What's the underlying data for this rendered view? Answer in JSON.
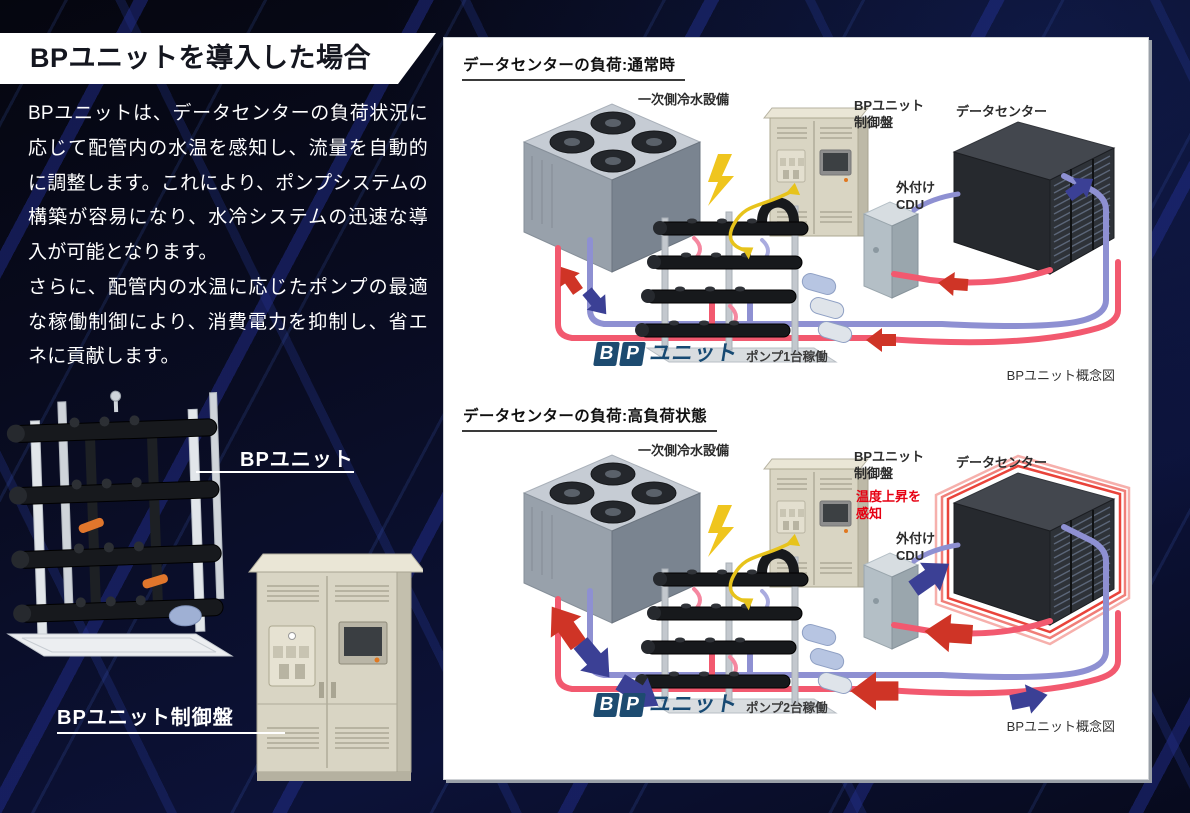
{
  "colors": {
    "hot_pipe": "#f2596f",
    "cold_pipe": "#8e90d2",
    "signal_yellow": "#eec81e",
    "alert_red": "#e60012",
    "badge_navy": "#1d4b70",
    "background_navy": "#0a0d24"
  },
  "intro": {
    "title": "BPユニットを導入した場合",
    "paragraph1": "BPユニットは、データセンターの負荷状況に応じて配管内の水温を感知し、流量を自動的に調整します。これにより、ポンプシステムの構築が容易になり、水冷システムの迅速な導入が可能となります。",
    "paragraph2": "さらに、配管内の水温に応じたポンプの最適な稼働制御により、消費電力を抑制し、省エネに貢献します。"
  },
  "photos": {
    "bp_unit_label": "BPユニット",
    "control_panel_label": "BPユニット制御盤"
  },
  "diagrams": [
    {
      "header": "データセンターの負荷:通常時",
      "chiller_label": "一次側冷水設備",
      "control_panel_line1": "BPユニット",
      "control_panel_line2": "制御盤",
      "datacenter_label": "データセンター",
      "cdu_line1": "外付け",
      "cdu_line2": "CDU",
      "badge_b": "B",
      "badge_p": "P",
      "badge_unit": "ユニット",
      "badge_status": "ポンプ1台稼働",
      "caption": "BPユニット概念図"
    },
    {
      "header": "データセンターの負荷:高負荷状態",
      "chiller_label": "一次側冷水設備",
      "control_panel_line1": "BPユニット",
      "control_panel_line2": "制御盤",
      "datacenter_label": "データセンター",
      "cdu_line1": "外付け",
      "cdu_line2": "CDU",
      "alert_line1": "温度上昇を",
      "alert_line2": "感知",
      "badge_b": "B",
      "badge_p": "P",
      "badge_unit": "ユニット",
      "badge_status": "ポンプ2台稼働",
      "caption": "BPユニット概念図"
    }
  ]
}
